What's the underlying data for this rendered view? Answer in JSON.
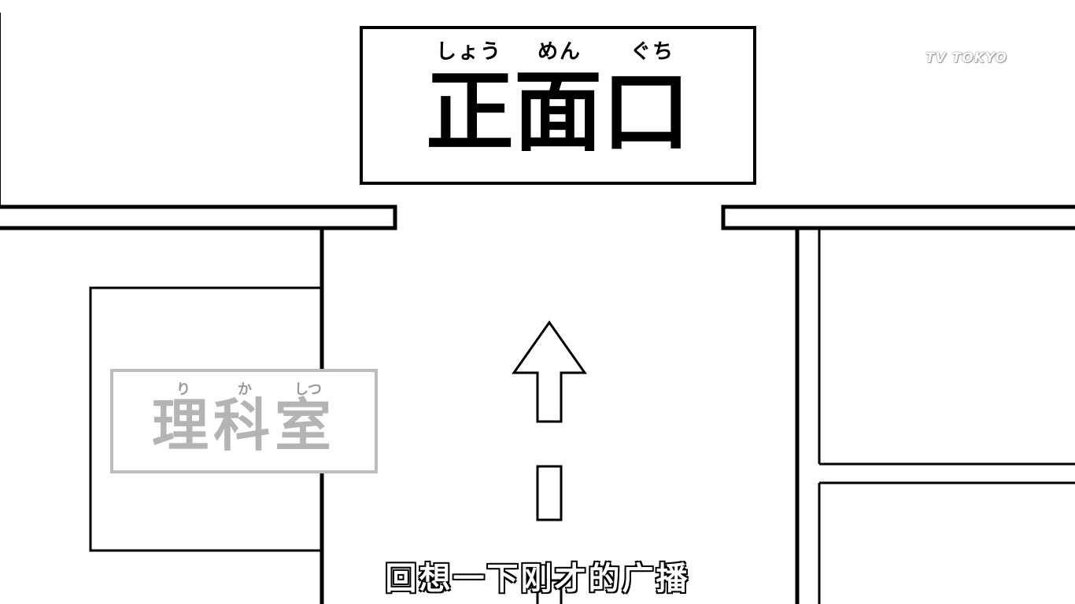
{
  "sign": {
    "ruby": [
      "しょう",
      "めん",
      "ぐち"
    ],
    "kanji": "正面口"
  },
  "room_sign": {
    "ruby": [
      "り",
      "か",
      "しつ"
    ],
    "kanji": "理科室"
  },
  "logo": "TV TOKYO",
  "subtitle": "回想一下刚才的广播",
  "colors": {
    "line": "#000000",
    "background": "#ffffff",
    "room_sign_gray": "#b4b4b4"
  }
}
